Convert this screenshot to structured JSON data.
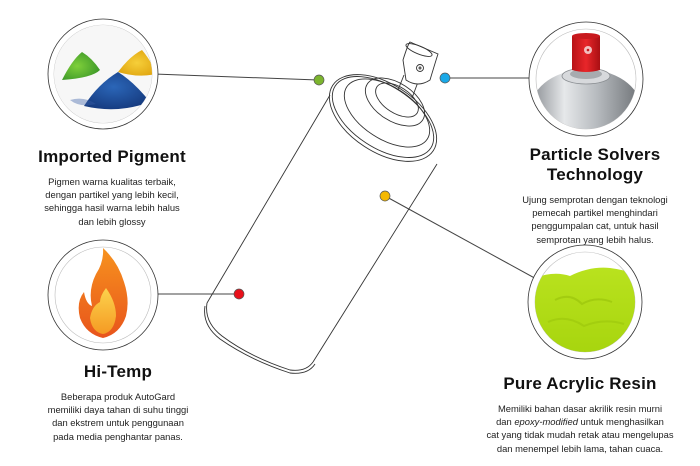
{
  "features": {
    "imported_pigment": {
      "title": "Imported Pigment",
      "description_lines": [
        "Pigmen warna kualitas terbaik,",
        "dengan partikel yang lebih kecil,",
        "sehingga hasil warna lebih halus",
        "dan lebih glossy"
      ],
      "marker_color": "#7cb52e",
      "image": "colored-pigment-powder-icon"
    },
    "hi_temp": {
      "title": "Hi-Temp",
      "description_lines": [
        "Beberapa produk AutoGard",
        "memiliki daya tahan di suhu tinggi",
        "dan ekstrem untuk penggunaan",
        "pada media penghantar panas."
      ],
      "marker_color": "#e8101a",
      "image": "flame-icon"
    },
    "particle_solvers": {
      "title_line1": "Particle Solvers",
      "title_line2": "Technology",
      "description_lines": [
        "Ujung semprotan dengan teknologi",
        "pemecah partikel menghindari",
        "penggumpalan cat, untuk hasil",
        "semprotan yang lebih halus."
      ],
      "marker_color": "#1aa9e8",
      "image": "spray-nozzle-icon"
    },
    "pure_acrylic": {
      "title": "Pure Acrylic Resin",
      "description_line1_text": "Memiliki bahan dasar akrilik resin murni",
      "description_line2_prefix": "dan ",
      "description_line2_em": "epoxy-modified",
      "description_line2_suffix": " untuk menghasilkan",
      "description_line3": "cat yang tidak mudah retak atau mengelupas",
      "description_line4": "dan menempel lebih lama, tahan cuaca.",
      "marker_color": "#f5b800",
      "image": "green-resin-paint-icon"
    }
  },
  "colors": {
    "line": "#444444",
    "text": "#111111"
  }
}
